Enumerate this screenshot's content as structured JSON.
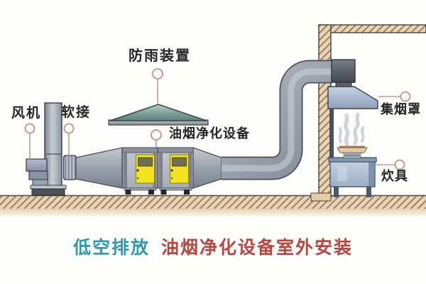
{
  "diagram": {
    "kind": "exhaust-purification-installation-diagram",
    "labels": {
      "fan": "风机",
      "soft_connector": "软接",
      "rain_cover": "防雨装置",
      "purifier": "油烟净化设备",
      "smoke_hood": "集烟罩",
      "cooker": "炊具"
    },
    "caption": {
      "highlight": "低空排放",
      "main": "油烟净化设备室外安装"
    },
    "colors": {
      "caption_highlight": "#2f9aab",
      "caption_main": "#b9463f",
      "label_text": "#262626",
      "leader_line": "#c59a90",
      "roof_teal": "#7c9d96",
      "door_yellow": "#f3e41f",
      "door_window_olive": "#6f6f4c",
      "duct_gray": "#9aa2ac",
      "hood_blue": "#a9bacf",
      "stove_blue": "#aebfd4",
      "ground_tan": "#e6cfae",
      "wall_tan": "#e9d3b2"
    }
  }
}
